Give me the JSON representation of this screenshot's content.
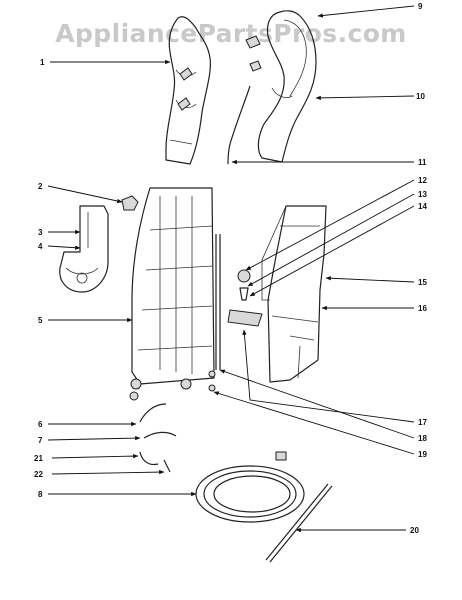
{
  "watermark": "AppliancePartsPros.com",
  "callouts": [
    "1",
    "2",
    "3",
    "4",
    "5",
    "6",
    "7",
    "8",
    "9",
    "10",
    "11",
    "12",
    "13",
    "14",
    "15",
    "16",
    "17",
    "18",
    "19",
    "20",
    "21",
    "22"
  ],
  "colors": {
    "ink": "#111111",
    "watermark": "#c9c9c9",
    "background": "#ffffff"
  }
}
